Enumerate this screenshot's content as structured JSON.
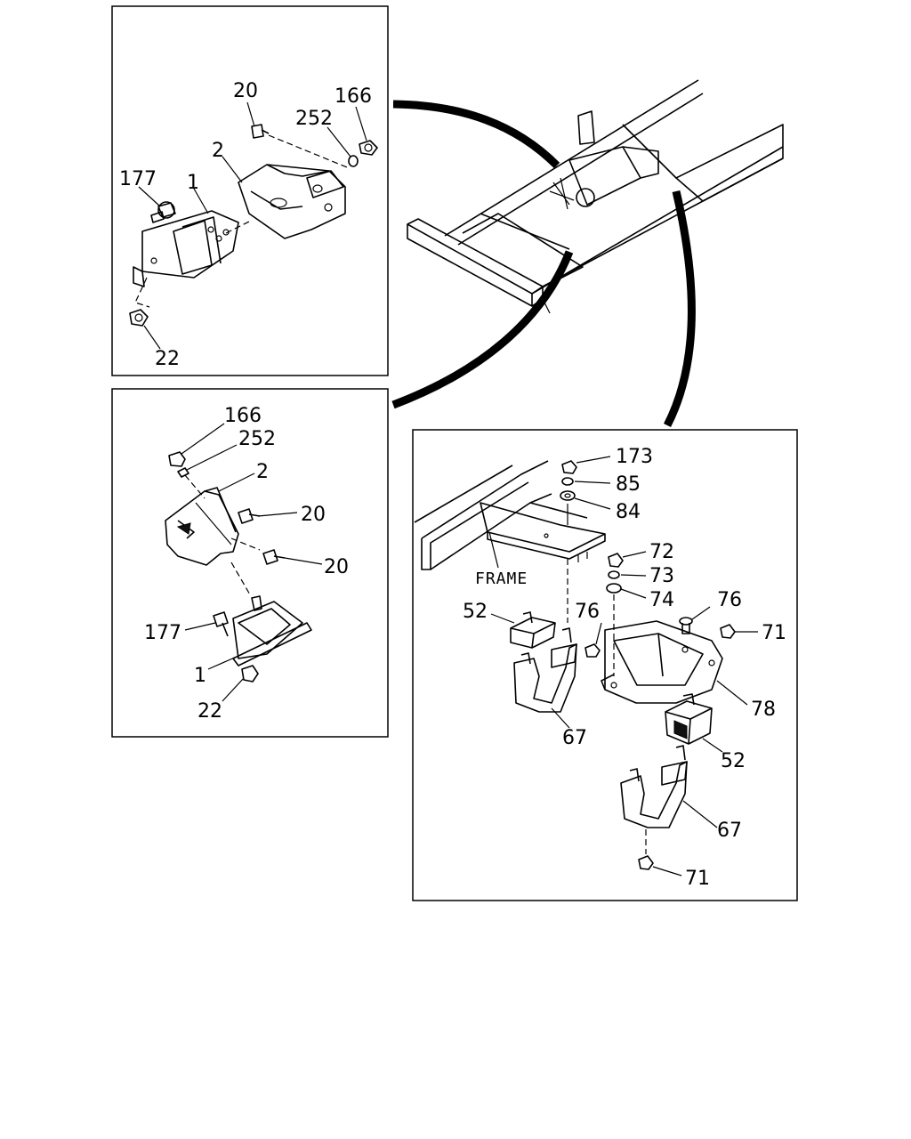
{
  "panels": {
    "top_left": {
      "labels": [
        "20",
        "252",
        "166",
        "2",
        "177",
        "1",
        "22"
      ]
    },
    "middle_left": {
      "labels": [
        "166",
        "252",
        "2",
        "20",
        "20",
        "177",
        "1",
        "22"
      ]
    },
    "bottom_right": {
      "frame_label": "FRAME",
      "labels": [
        "173",
        "85",
        "84",
        "72",
        "73",
        "74",
        "76",
        "76",
        "71",
        "52",
        "78",
        "52",
        "67",
        "67",
        "71"
      ]
    }
  }
}
